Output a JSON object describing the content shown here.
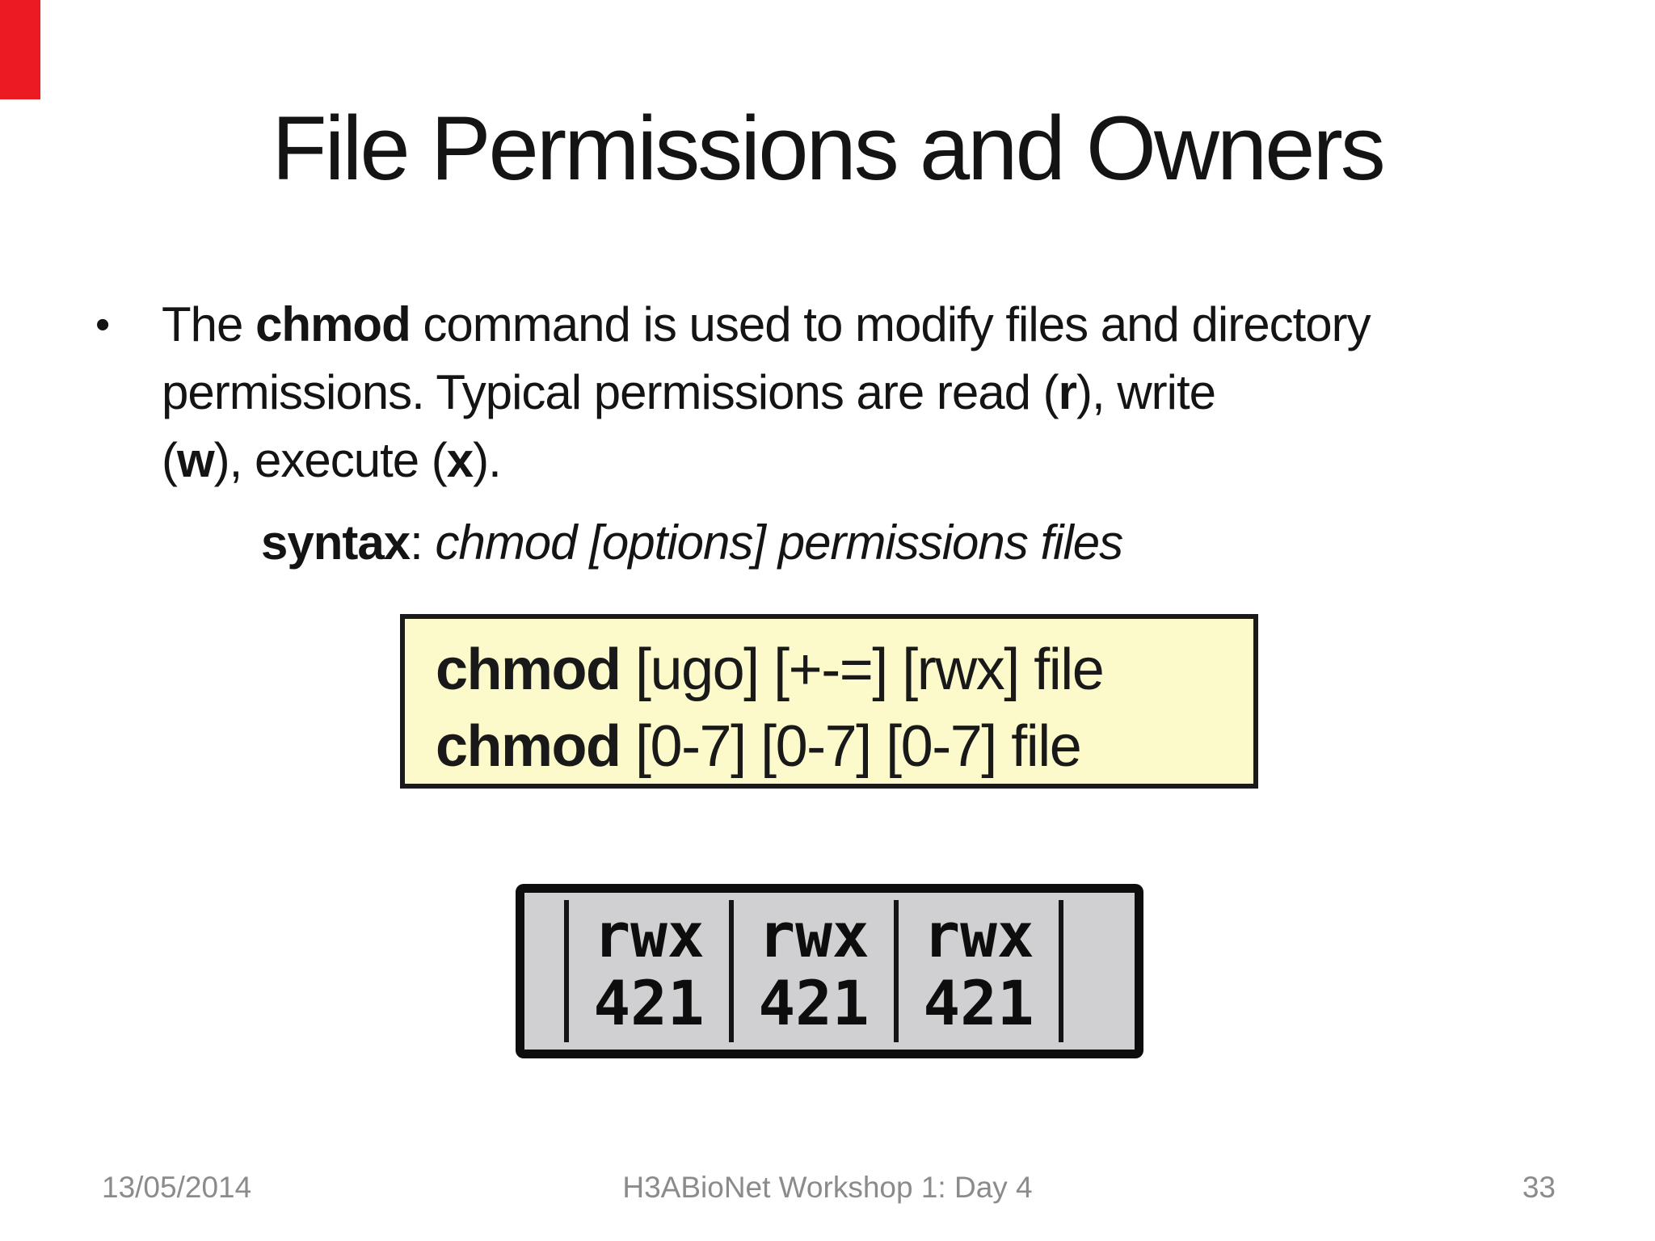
{
  "slide": {
    "title": "File Permissions and Owners",
    "background_color": "#ffffff",
    "ribbon_color": "#ec1b23",
    "text_color": "#141414"
  },
  "bullet": {
    "marker": "•",
    "line1": {
      "pre": "The ",
      "bold": "chmod",
      "post": " command is used to modify files and directory"
    },
    "line2": {
      "pre": "permissions. Typical permissions are read (",
      "bold": "r",
      "post": "), write"
    },
    "line3": {
      "pre": "(",
      "bold1": "w",
      "mid": "), execute (",
      "bold2": "x",
      "post": ")."
    }
  },
  "syntax": {
    "label": "syntax",
    "separator": ": ",
    "command": "chmod [options] permissions files"
  },
  "code_box": {
    "background_color": "#fcfacb",
    "border_color": "#1a1a1a",
    "line1": {
      "command": "chmod",
      "args": " [ugo] [+-=] [rwx] file"
    },
    "line2": {
      "command": "chmod",
      "args": " [0-7] [0-7] [0-7] file"
    }
  },
  "permission_box": {
    "background_color": "#d0cfd1",
    "border_color": "#0d0d0d",
    "columns": [
      {
        "letters": "rwx",
        "values": "421"
      },
      {
        "letters": "rwx",
        "values": "421"
      },
      {
        "letters": "rwx",
        "values": "421"
      }
    ]
  },
  "footer": {
    "date": "13/05/2014",
    "center": "H3ABioNet Workshop 1: Day 4",
    "page_number": "33"
  }
}
